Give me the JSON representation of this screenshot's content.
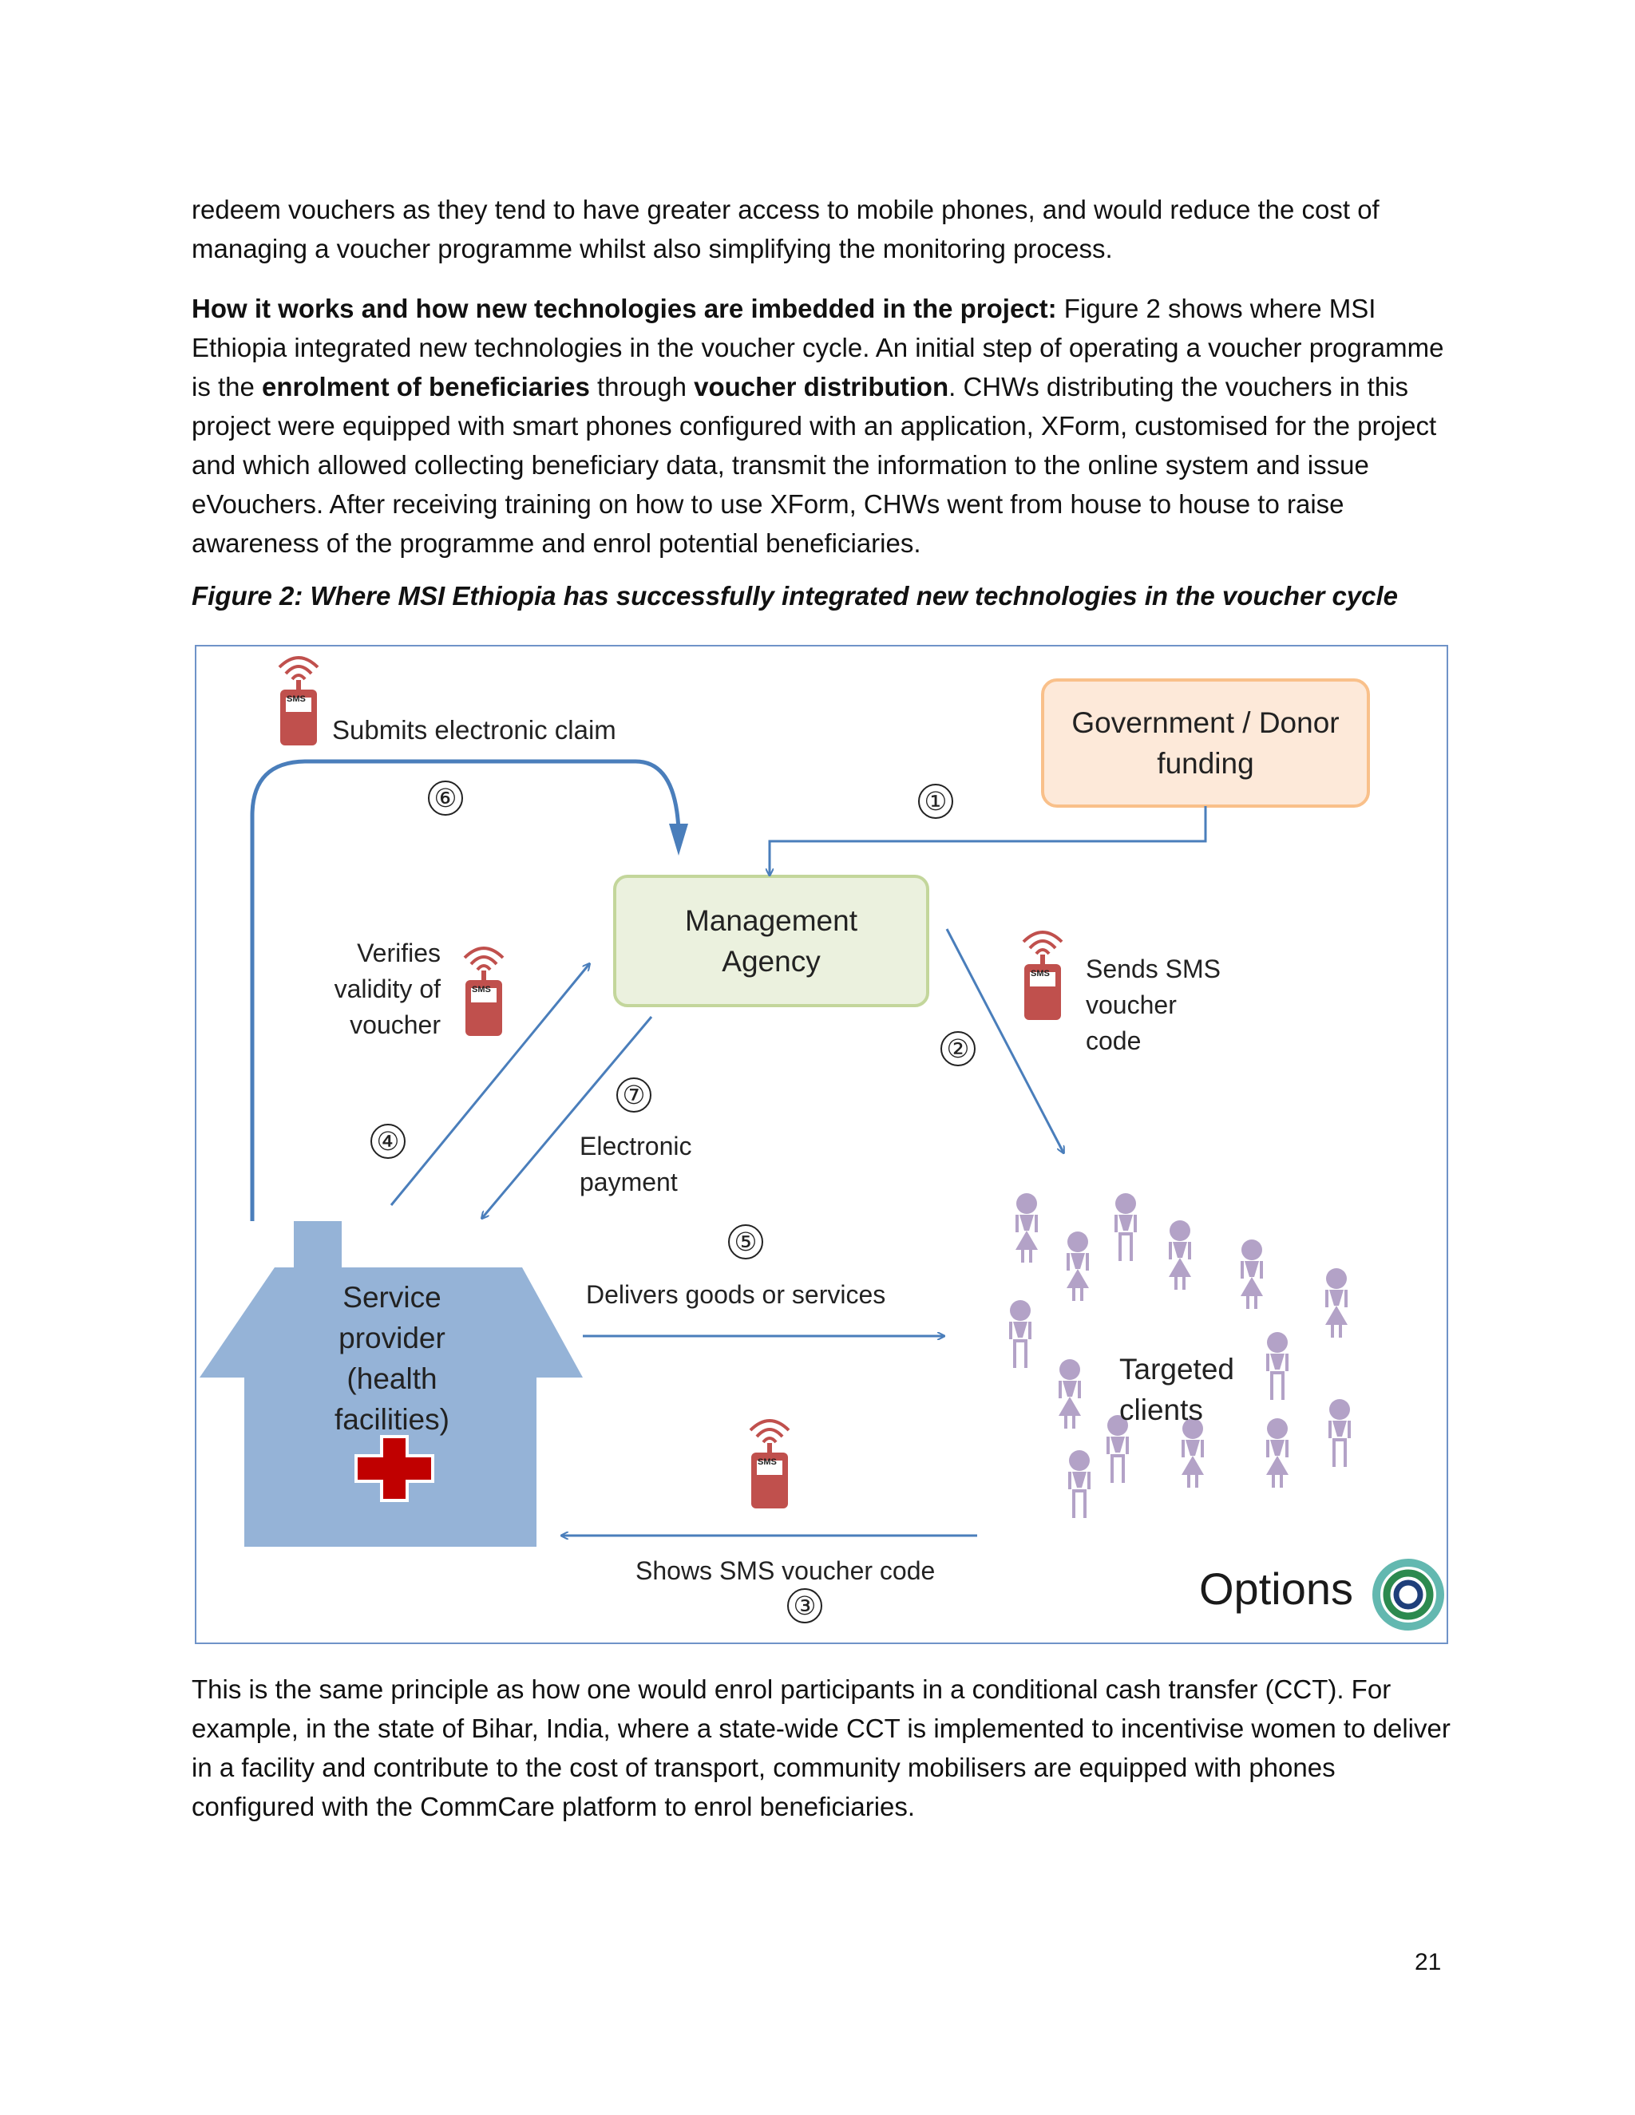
{
  "paragraphs": {
    "p1": "redeem vouchers as they tend to have greater access to mobile phones, and would reduce the cost of managing a voucher programme whilst also simplifying the monitoring process.",
    "p2_heading": "How it works and how new technologies are imbedded in the project:",
    "p2_a": " Figure 2 shows where MSI Ethiopia integrated new technologies in the voucher cycle. An initial step of operating a voucher programme is the ",
    "p2_b": "enrolment of beneficiaries",
    "p2_c": " through ",
    "p2_d": "voucher distribution",
    "p2_e": ". CHWs distributing the vouchers in this project were equipped with smart phones configured with an application, XForm, customised for the project and which allowed collecting beneficiary data, transmit the information to the online system and issue eVouchers. After receiving training on how to use XForm, CHWs went from house to house to raise awareness of the programme and enrol potential beneficiaries.",
    "p3": "This is the same principle as how one would enrol participants in a conditional cash transfer (CCT). For example, in the state of Bihar, India, where a state-wide CCT is implemented to incentivise women to deliver in a facility and contribute to the cost of transport, community mobilisers are equipped with phones configured with the CommCare platform to enrol beneficiaries."
  },
  "caption": "Figure 2: Where MSI Ethiopia has successfully integrated new technologies in the voucher cycle",
  "diagram": {
    "funding_box": "Government / Donor funding",
    "management_box": "Management Agency",
    "provider_box": "Service provider (health facilities)",
    "clients_label": "Targeted clients",
    "step1": "①",
    "step2": "②",
    "step3": "③",
    "step4": "④",
    "step5": "⑤",
    "step6": "⑥",
    "step7": "⑦",
    "label_claim": "Submits electronic claim",
    "label_verify": "Verifies validity of voucher",
    "label_sends": "Sends SMS voucher code",
    "label_payment": "Electronic payment",
    "label_delivers": "Delivers goods or services",
    "label_shows": "Shows SMS voucher code",
    "sms_text": "SMS",
    "logo_text": "Options"
  },
  "colors": {
    "arrow": "#4a7ebb",
    "funding_fill": "#fde9d9",
    "funding_border": "#f9c08a",
    "management_fill": "#ebf1de",
    "management_border": "#c3d69b",
    "house": "#95b3d7",
    "cross": "#c00000",
    "phone": "#c0504d",
    "people": "#b3a2c7"
  },
  "page_number": "21"
}
